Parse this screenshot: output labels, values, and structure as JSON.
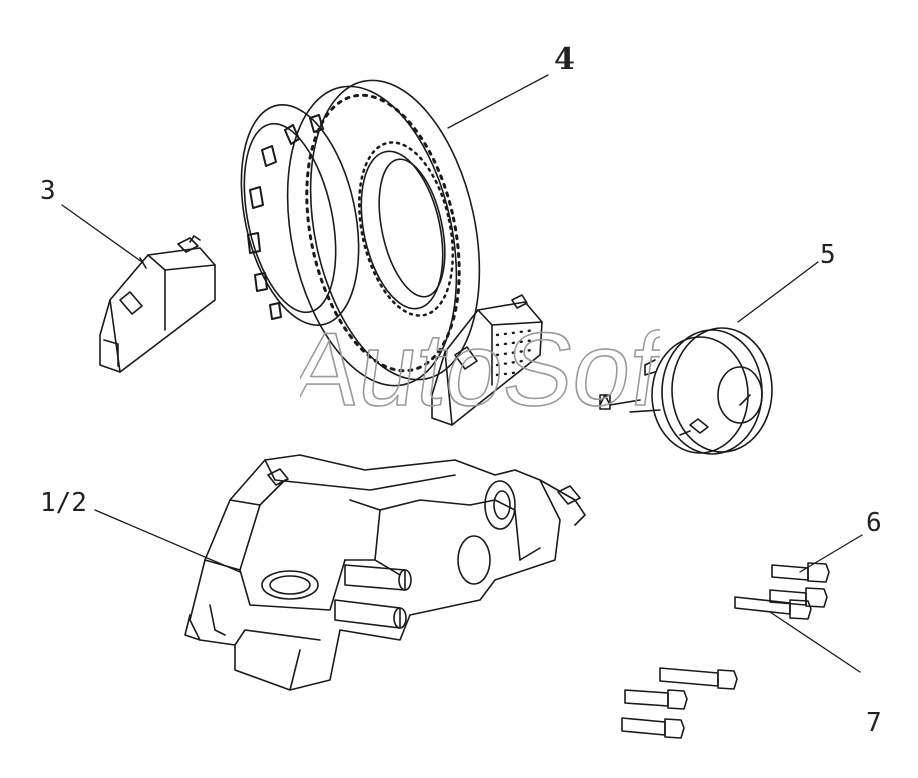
{
  "labels": {
    "l4": "4",
    "l3": "3",
    "l5": "5",
    "l12": "1/2",
    "l6": "6",
    "l7": "7"
  },
  "watermark": "AutoSoft",
  "colors": {
    "ink": "#1a1a1a",
    "watermark": "#9a9a9a"
  }
}
